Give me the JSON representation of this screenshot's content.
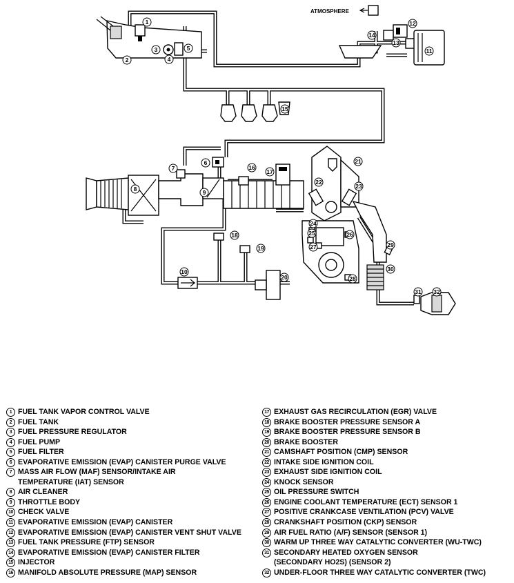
{
  "diagram": {
    "atmosphere_label": "ATMOSPHERE"
  },
  "legend": [
    {
      "num": "1",
      "text": "FUEL TANK VAPOR CONTROL VALVE"
    },
    {
      "num": "2",
      "text": "FUEL TANK"
    },
    {
      "num": "3",
      "text": "FUEL PRESSURE REGULATOR"
    },
    {
      "num": "4",
      "text": "FUEL PUMP"
    },
    {
      "num": "5",
      "text": "FUEL FILTER"
    },
    {
      "num": "6",
      "text": "EVAPORATIVE EMISSION (EVAP) CANISTER PURGE VALVE"
    },
    {
      "num": "7",
      "text": "MASS AIR FLOW (MAF) SENSOR/INTAKE AIR\nTEMPERATURE (IAT) SENSOR"
    },
    {
      "num": "8",
      "text": "AIR CLEANER"
    },
    {
      "num": "9",
      "text": "THROTTLE BODY"
    },
    {
      "num": "10",
      "text": "CHECK VALVE"
    },
    {
      "num": "11",
      "text": "EVAPORATIVE EMISSION (EVAP) CANISTER"
    },
    {
      "num": "12",
      "text": "EVAPORATIVE EMISSION (EVAP) CANISTER VENT SHUT VALVE"
    },
    {
      "num": "13",
      "text": "FUEL TANK PRESSURE (FTP) SENSOR"
    },
    {
      "num": "14",
      "text": "EVAPORATIVE EMISSION (EVAP) CANISTER FILTER"
    },
    {
      "num": "15",
      "text": "INJECTOR"
    },
    {
      "num": "16",
      "text": "MANIFOLD ABSOLUTE PRESSURE (MAP) SENSOR"
    },
    {
      "num": "17",
      "text": "EXHAUST GAS RECIRCULATION (EGR) VALVE"
    },
    {
      "num": "18",
      "text": "BRAKE BOOSTER PRESSURE SENSOR A"
    },
    {
      "num": "19",
      "text": "BRAKE BOOSTER PRESSURE SENSOR B"
    },
    {
      "num": "20",
      "text": "BRAKE BOOSTER"
    },
    {
      "num": "21",
      "text": "CAMSHAFT POSITION (CMP) SENSOR"
    },
    {
      "num": "22",
      "text": "INTAKE SIDE IGNITION COIL"
    },
    {
      "num": "23",
      "text": "EXHAUST SIDE IGNITION COIL"
    },
    {
      "num": "24",
      "text": "KNOCK SENSOR"
    },
    {
      "num": "25",
      "text": "OIL PRESSURE SWITCH"
    },
    {
      "num": "26",
      "text": "ENGINE COOLANT TEMPERATURE (ECT) SENSOR 1"
    },
    {
      "num": "27",
      "text": "POSITIVE CRANKCASE VENTILATION (PCV) VALVE"
    },
    {
      "num": "28",
      "text": "CRANKSHAFT POSITION (CKP) SENSOR"
    },
    {
      "num": "29",
      "text": "AIR FUEL RATIO (A/F) SENSOR (SENSOR 1)"
    },
    {
      "num": "30",
      "text": "WARM UP THREE WAY CATALYTIC CONVERTER (WU-TWC)"
    },
    {
      "num": "31",
      "text": "SECONDARY HEATED OXYGEN SENSOR\n(SECONDARY HO2S) (SENSOR 2)"
    },
    {
      "num": "32",
      "text": "UNDER-FLOOR THREE WAY CATALYTIC CONVERTER (TWC)"
    }
  ]
}
